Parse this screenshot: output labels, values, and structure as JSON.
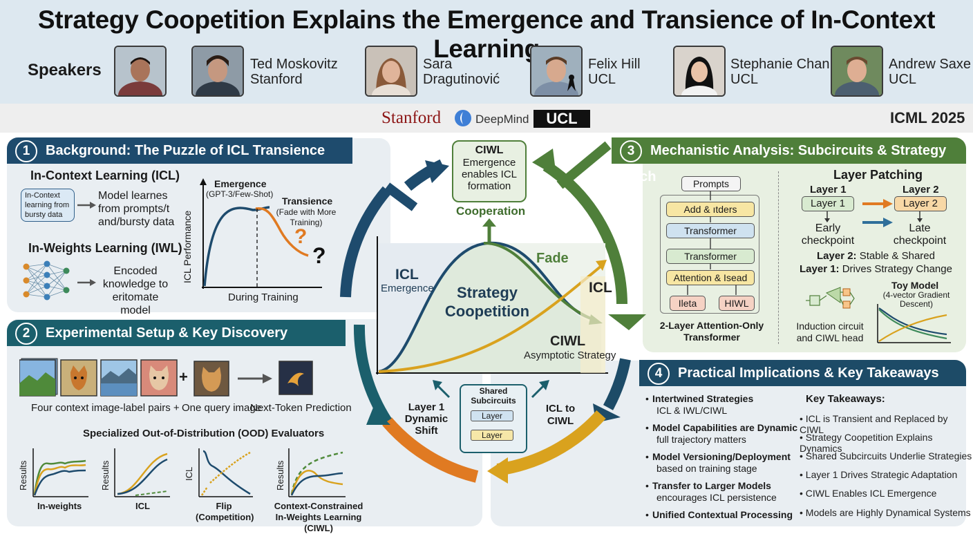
{
  "title": "Strategy Coopetition Explains the Emergence and Transience of In-Context Learning",
  "speakers_label": "Speakers",
  "speakers": [
    {
      "name": "",
      "affiliation": ""
    },
    {
      "name": "Ted Moskovitz",
      "affiliation": "Stanford"
    },
    {
      "name": "Sara",
      "affiliation": "Dragutinović"
    },
    {
      "name": "Felix Hill",
      "affiliation": "UCL"
    },
    {
      "name": "Stephanie Chan",
      "affiliation": "UCL"
    },
    {
      "name": "Andrew Saxe",
      "affiliation": "UCL"
    }
  ],
  "logos": {
    "stanford": "Stanford",
    "deepmind": "DeepMind",
    "ucl": "UCL"
  },
  "conference": "ICML 2025",
  "colors": {
    "navy": "#1e4b6d",
    "teal": "#1b5f6c",
    "green": "#4f7f3a",
    "orange": "#e07a22",
    "gold": "#d9a21e"
  },
  "panel1": {
    "number": "1",
    "title": "Background: The Puzzle of ICL Transience",
    "icl_heading": "In-Context Learning (ICL)",
    "icl_bubble": [
      "In-Context",
      "learning from",
      "bursty data"
    ],
    "icl_desc": [
      "Model learnes",
      "from prompts/t",
      "and/bursty data"
    ],
    "iwl_heading": "In-Weights Learning (IWL)",
    "iwl_desc": [
      "Encoded",
      "knowledge to",
      "eritomate model"
    ],
    "chart_emergence": "Emergence",
    "chart_emergence_sub": "(GPT-3/Few-Shot)",
    "chart_transience": "Transience",
    "chart_transience_sub": [
      "(Fade with More",
      "Training)"
    ],
    "chart_ylabel": "ICL Performance",
    "chart_xlabel": "During Training",
    "q1": "?",
    "q2": "?"
  },
  "panel2": {
    "number": "2",
    "title": "Experimental Setup & Key Discovery",
    "plus": "+",
    "caption_context": "Four context image-label pairs +",
    "caption_query": "One query image",
    "caption_pred": "Next-Token Prediction",
    "ood_heading": "Specialized Out-of-Distribution (OOD) Evaluators",
    "charts": [
      {
        "ylabel": "Results",
        "xlabel": "In-weights"
      },
      {
        "ylabel": "Results",
        "xlabel": "ICL"
      },
      {
        "ylabel": "ICL",
        "xlabel": [
          "Flip",
          "(Competition)"
        ]
      },
      {
        "ylabel": "Results",
        "xlabel": [
          "Context-Constrained",
          "In-Weights Learning (CIWL)"
        ]
      }
    ]
  },
  "panel3": {
    "number": "3",
    "title": "Mechanistic Analysis: Subcircuits & Strategy Switch",
    "arch": {
      "prompts": "Prompts",
      "add": "Add & ıtders",
      "transformer1": "Transformer",
      "transformer2": "Transformer",
      "attention": "Attention & Isead",
      "left": "Ileta",
      "right": "HIWL",
      "caption": [
        "2-Layer Attention-Only",
        "Transformer"
      ]
    },
    "patching": {
      "heading": "Layer Patching",
      "layer1_head": "Layer 1",
      "layer2_head": "Layer 2",
      "layer1_box": "Layer 1",
      "layer2_box": "Layer 2",
      "early": [
        "Early",
        "checkpoint"
      ],
      "late": [
        "Late",
        "checkpoint"
      ],
      "l2_note_b": "Layer 2:",
      "l2_note": "Stable & Shared",
      "l1_note_b": "Layer 1:",
      "l1_note": "Drives Strategy Change",
      "induction": [
        "Induction circuit",
        "and CIWL head"
      ],
      "toy_heading": "Toy Model",
      "toy_sub": [
        "(4-vector Gradient",
        "Descent)"
      ]
    }
  },
  "panel4": {
    "number": "4",
    "title": "Practical Implications & Key Takeaways",
    "bullets": [
      {
        "head": "Intertwined Strategies",
        "body": "ICL & IWL/CIWL"
      },
      {
        "head": "Model Capabilities are Dynamic",
        "body": "full trajectory matters"
      },
      {
        "head": "Model Versioning/Deployment",
        "body": "based on training stage"
      },
      {
        "head": "Transfer to Larger Models",
        "body": "encourages ICL persistence"
      },
      {
        "head": "Unified Contextual Processing",
        "body": ""
      }
    ],
    "takeaways_heading": "Key Takeaways:",
    "takeaways": [
      "ICL is Transient and Replaced by CIWL",
      "Strategy Coopetition Explains Dynamics",
      "Shared Subcircuits Underlie Strategies",
      "Layer 1 Drives Strategic Adaptation",
      "CIWL Enables ICL Emergence",
      "Models are Highly Dynamical Systems"
    ]
  },
  "center": {
    "ciwl_box_title": "CIWL",
    "ciwl_box_lines": [
      "Emergence",
      "enables ICL",
      "formation"
    ],
    "cooperation": "Cooperation",
    "icl_left": "ICL",
    "emergence": "Emergence",
    "strategy": [
      "Strategy",
      "Coopetition"
    ],
    "fade": "Fade",
    "icl_right": "ICL",
    "ciwl": "CIWL",
    "asymptotic": "Asymptotic Strategy",
    "shared": [
      "Shared",
      "Subcircuits"
    ],
    "layer_top": "Layer",
    "layer_bottom": "Layer",
    "layer1_shift": [
      "Layer 1",
      "Dynamic",
      "Shift"
    ],
    "icl_to_ciwl": [
      "ICL to",
      "CIWL"
    ]
  }
}
